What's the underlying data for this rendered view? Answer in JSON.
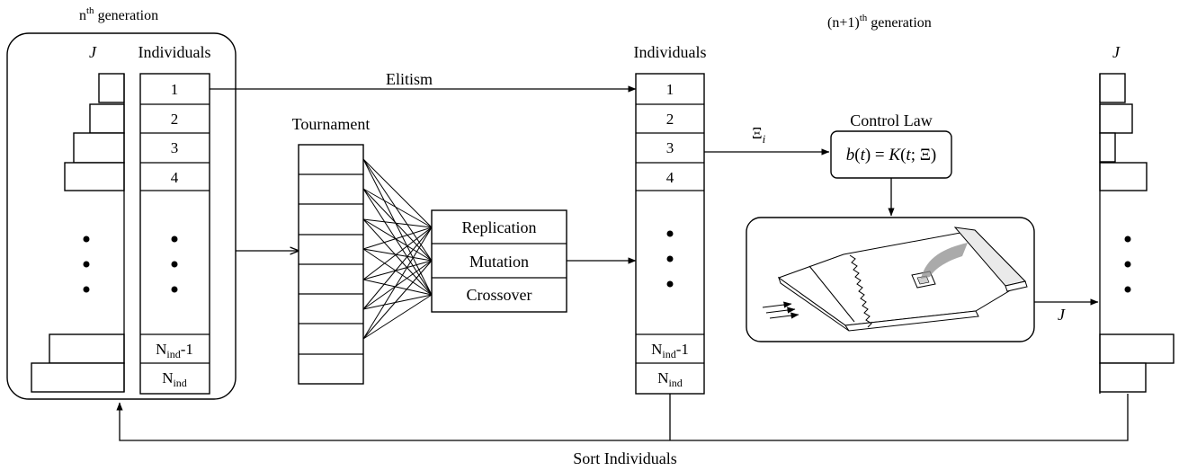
{
  "titles": {
    "nth_gen": "n",
    "nth_sup": "th",
    "nth_rest": " generation",
    "next_gen": "(n+1)",
    "next_sup": "th",
    "next_rest": " generation"
  },
  "labels": {
    "J": "J",
    "individuals": "Individuals",
    "elitism": "Elitism",
    "tournament": "Tournament",
    "control_law": "Control Law",
    "xi": "Ξ",
    "xi_sub": "i",
    "sort": "Sort Individuals"
  },
  "individuals": [
    "1",
    "2",
    "3",
    "4"
  ],
  "nind": {
    "base": "N",
    "sub": "ind",
    "minus": "-1"
  },
  "operations": [
    "Replication",
    "Mutation",
    "Crossover"
  ],
  "control_law": {
    "b": "b",
    "lp": "(",
    "t": "t",
    "rp_eq": ") = ",
    "K": "K",
    "sep": "; Ξ)"
  },
  "colors": {
    "stroke": "#000000",
    "fill": "#ffffff"
  }
}
